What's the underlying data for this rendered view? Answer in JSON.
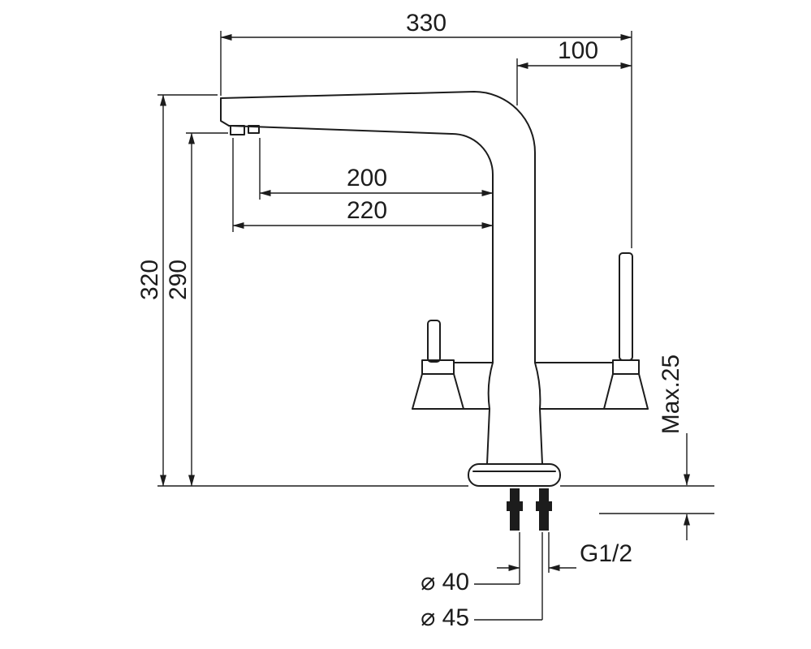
{
  "drawing": {
    "kind": "faucet technical dimension drawing",
    "line_color": "#1c1c1c",
    "background_color": "#ffffff",
    "dimensions": {
      "overall_width": "330",
      "handle_offset": "100",
      "reach_aerator": "200",
      "reach_tip": "220",
      "overall_height": "320",
      "spout_height": "290",
      "max_deck_thickness": "Max.25",
      "connection_thread": "G1/2",
      "mounting_hole_diameter": "⌀ 40",
      "base_diameter": "⌀ 45"
    }
  }
}
